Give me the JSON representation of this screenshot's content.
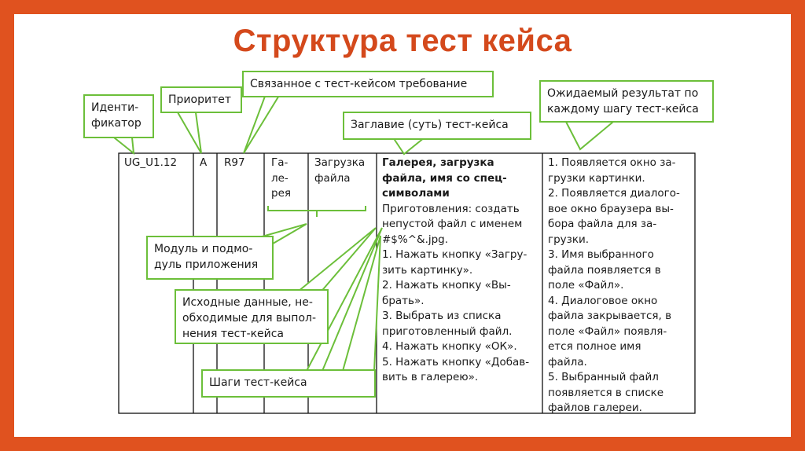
{
  "slide": {
    "title": "Структура тест кейса",
    "accent_color": "#e0521f",
    "title_color": "#d4491c",
    "callout_color": "#6cbf3a"
  },
  "table": {
    "id": "UG_U1.12",
    "priority": "A",
    "requirement": "R97",
    "module": [
      "Га-",
      "ле-",
      "рея"
    ],
    "submodule": [
      "Загрузка",
      "файла"
    ],
    "title_lines": [
      "Галерея, загрузка",
      "файла, имя со спец-",
      "символами"
    ],
    "steps_lines": [
      "Приготовления: создать",
      "непустой файл с именем",
      "#$%^&.jpg.",
      "1. Нажать кнопку «Загру-",
      "зить картинку».",
      "2. Нажать кнопку «Вы-",
      "брать».",
      "3. Выбрать из списка",
      "приготовленный файл.",
      "4. Нажать кнопку «ОК».",
      "5. Нажать кнопку «Добав-",
      "вить в галерею»."
    ],
    "expected_lines": [
      "1. Появляется окно за-",
      "грузки картинки.",
      "2. Появляется диалого-",
      "вое окно браузера вы-",
      "бора файла для за-",
      "грузки.",
      "3. Имя выбранного",
      "файла появляется в",
      "поле «Файл».",
      "4. Диалоговое окно",
      "файла закрывается, в",
      "поле «Файл» появля-",
      "ется полное имя",
      "файла.",
      "5. Выбранный файл",
      "появляется в списке",
      "файлов галереи."
    ]
  },
  "callouts": {
    "identifier": [
      "Иденти-",
      "фикатор"
    ],
    "priority": "Приоритет",
    "requirement": "Связанное с тест-кейсом требование",
    "title": "Заглавие (суть) тест-кейса",
    "expected": [
      "Ожидаемый результат по",
      "каждому шагу тест-кейса"
    ],
    "module": [
      "Модуль и подмо-",
      "дуль приложения"
    ],
    "initial_data": [
      "Исходные данные, не-",
      "обходимые для выпол-",
      "нения тест-кейса"
    ],
    "steps": "Шаги тест-кейса"
  }
}
